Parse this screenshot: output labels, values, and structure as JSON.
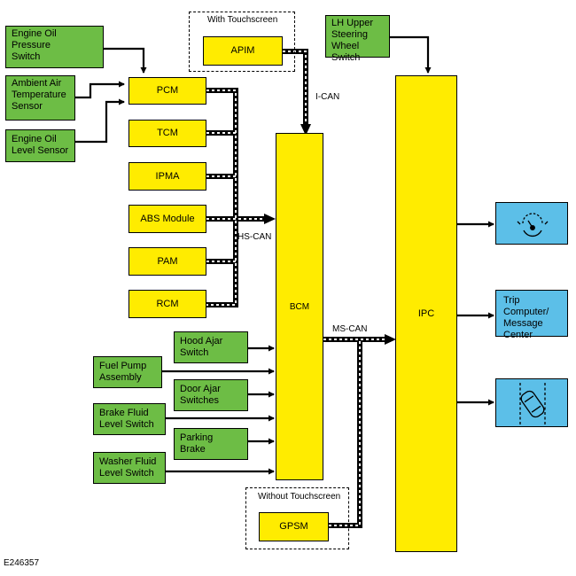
{
  "groups": {
    "touch": "With Touchscreen",
    "no_touch": "Without Touchscreen"
  },
  "inputs": {
    "eop": [
      "Engine Oil",
      "Pressure",
      "Switch"
    ],
    "aat": [
      "Ambient Air",
      "Temperature",
      "Sensor"
    ],
    "eol": [
      "Engine  Oil",
      "Level Sensor"
    ],
    "hood": [
      "Hood Ajar",
      "Switch"
    ],
    "fuel": [
      "Fuel Pump",
      "Assembly"
    ],
    "door": [
      "Door Ajar",
      "Switches"
    ],
    "brake": [
      "Brake Fluid",
      "Level Switch"
    ],
    "park": [
      "Parking",
      "Brake"
    ],
    "washer": [
      "Washer Fluid",
      "Level Switch"
    ],
    "lhs": [
      "LH Upper",
      "Steering",
      "Wheel Switch"
    ]
  },
  "modules": {
    "pcm": "PCM",
    "tcm": "TCM",
    "ipma": "IPMA",
    "abs": "ABS Module",
    "pam": "PAM",
    "rcm": "RCM",
    "apim": "APIM",
    "bcm": "BCM",
    "ipc": "IPC",
    "gpsm": "GPSM"
  },
  "buses": {
    "hs": "HS-CAN",
    "i": "I-CAN",
    "ms": "MS-CAN"
  },
  "outputs": {
    "trip": [
      "Trip Computer/",
      "Message",
      "Center"
    ],
    "speed_icon": "speed-control-icon",
    "car_icon": "vehicle-top-view-icon"
  },
  "colors": {
    "input_green": "#6dbd45",
    "module_yellow": "#ffec00",
    "output_blue": "#5cbfe8"
  },
  "figure_id": "E246357"
}
